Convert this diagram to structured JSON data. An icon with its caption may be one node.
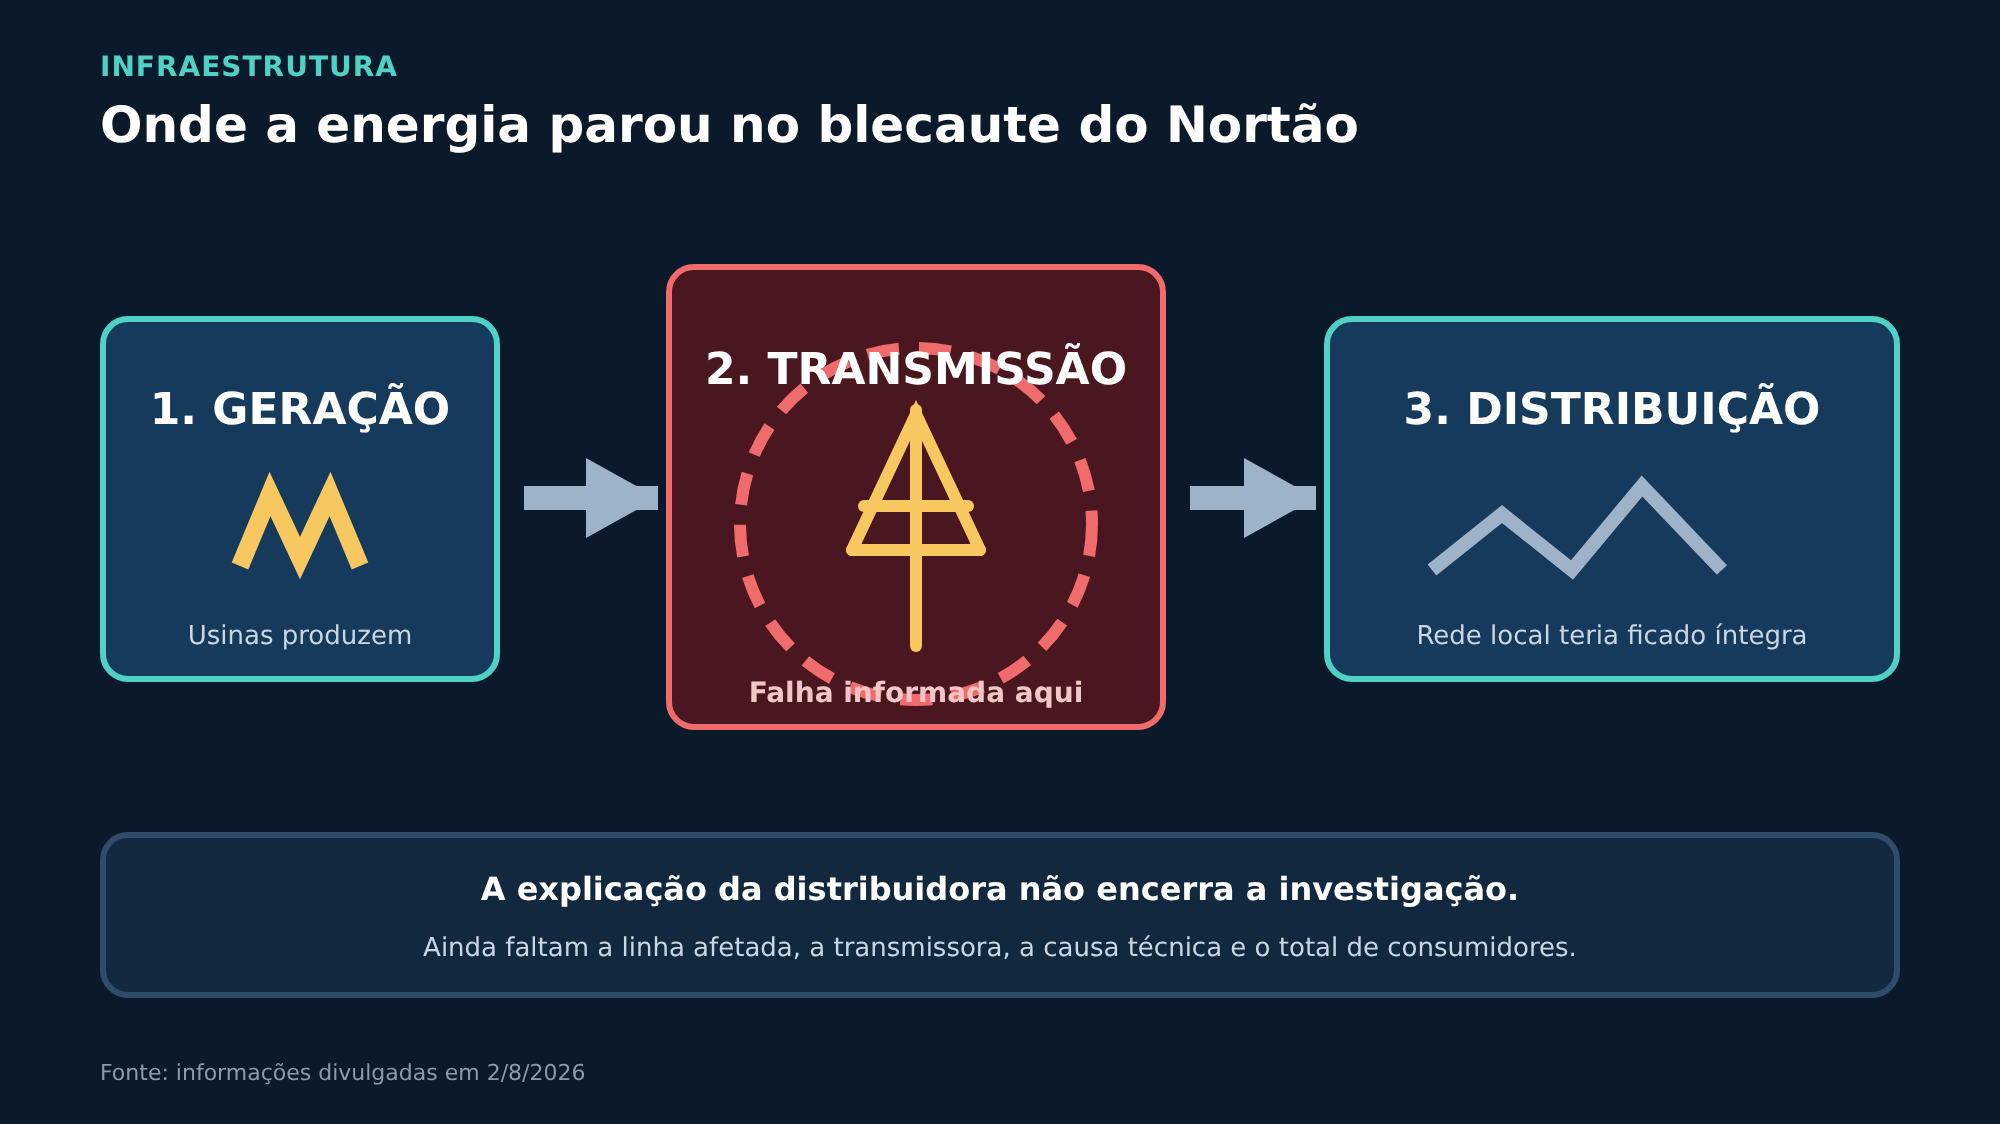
{
  "diagram": {
    "title": "Onde a energia parou no blecaute do Nortão",
    "caption": "Fonte: informações divulgadas em 2/8/2026",
    "nodes": [
      {
        "text": [
          "1. GERAÇÃO",
          "Usinas produzem"
        ]
      },
      {
        "text": [
          "2. TRANSMISSÃO",
          "Falha informada aqui"
        ]
      },
      {
        "text": [
          "3. DISTRIBUIÇÃO",
          "Rede local teria ficado íntegra"
        ]
      },
      {
        "text": [
          "A explicação da distribuidora não encerra a investigação.",
          "Ainda faltam a linha afetada, a transmissora, a causa técnica e o total de consumidores."
        ]
      }
    ],
    "edges": [
      {
        "from": 0,
        "to": 1,
        "arrow": "to"
      },
      {
        "from": 1,
        "to": 2,
        "arrow": "to"
      }
    ],
    "labels": [
      "INFRAESTRUTURA"
    ]
  }
}
